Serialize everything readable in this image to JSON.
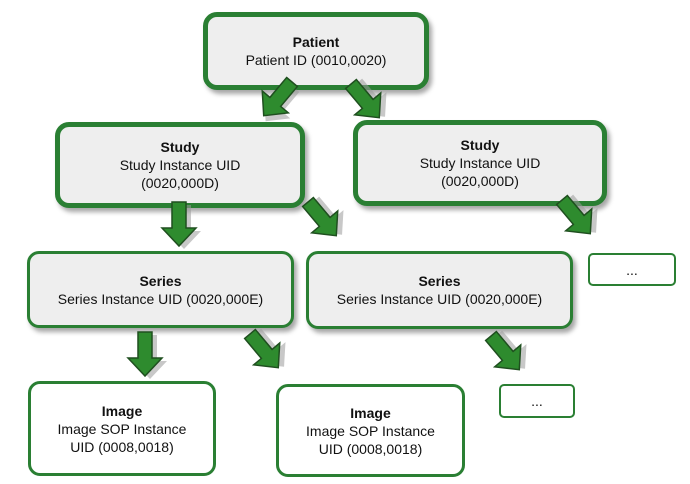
{
  "nodes": {
    "patient": {
      "title": "Patient",
      "line1": "Patient ID (0010,0020)"
    },
    "study_left": {
      "title": "Study",
      "line1": "Study Instance UID",
      "line2": "(0020,000D)"
    },
    "study_right": {
      "title": "Study",
      "line1": "Study Instance UID",
      "line2": "(0020,000D)"
    },
    "series_left": {
      "title": "Series",
      "line1": "Series Instance UID (0020,000E)"
    },
    "series_right": {
      "title": "Series",
      "line1": "Series Instance UID (0020,000E)"
    },
    "image_left": {
      "title": "Image",
      "line1": "Image SOP Instance",
      "line2": "UID (0008,0018)"
    },
    "image_right": {
      "title": "Image",
      "line1": "Image SOP Instance",
      "line2": "UID (0008,0018)"
    },
    "ellipsis_study": {
      "text": "..."
    },
    "ellipsis_series": {
      "text": "..."
    }
  },
  "colors": {
    "border": "#2a7f33",
    "arrow_fill": "#2e8b2e",
    "box_fill": "#eeeeee"
  }
}
